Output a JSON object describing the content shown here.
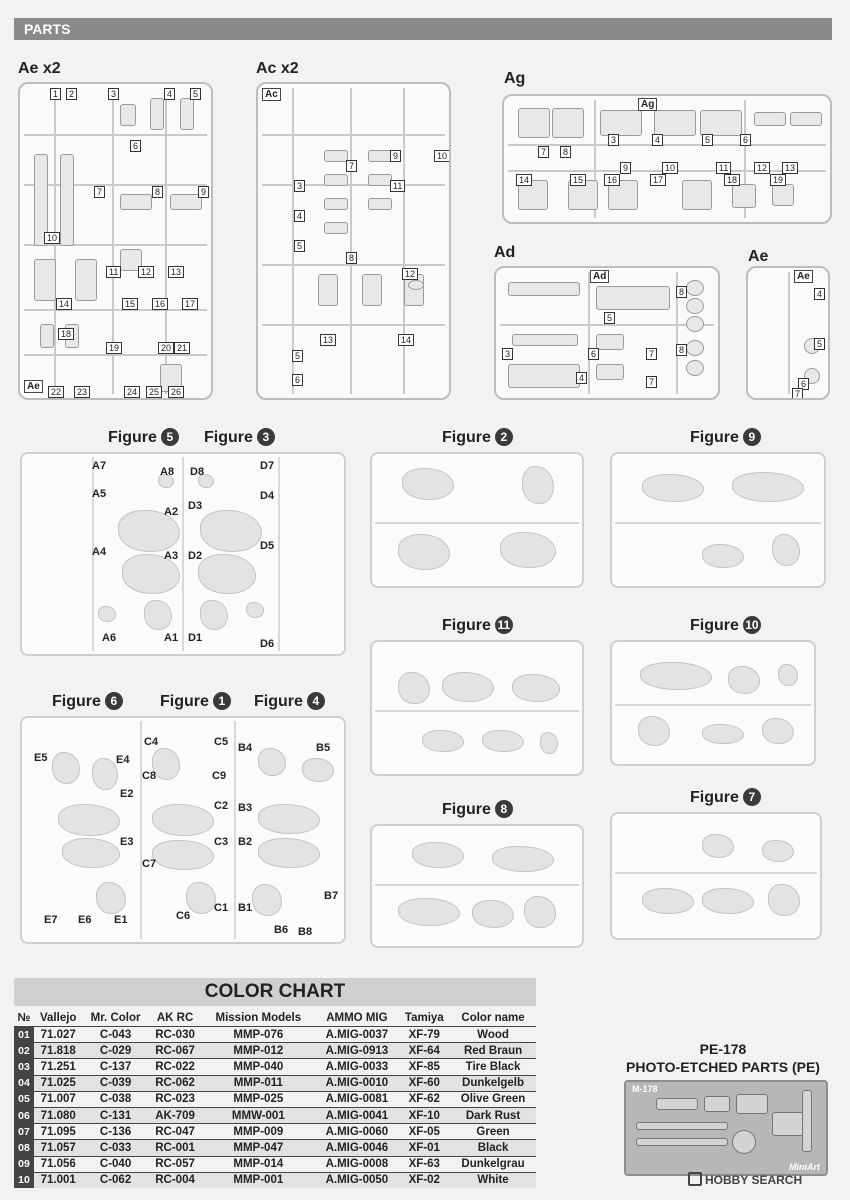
{
  "header": {
    "title": "PARTS"
  },
  "sprues": {
    "ae_left": {
      "label": "Ae x2",
      "corner": "Ae"
    },
    "ac": {
      "label": "Ac x2",
      "corner": "Ac"
    },
    "ag": {
      "label": "Ag",
      "corner": "Ag"
    },
    "ad": {
      "label": "Ad",
      "corner": "Ad"
    },
    "ae_right": {
      "label": "Ae",
      "corner": "Ae"
    }
  },
  "figures": {
    "f5": {
      "label": "Figure",
      "num": "5"
    },
    "f3": {
      "label": "Figure",
      "num": "3"
    },
    "f2": {
      "label": "Figure",
      "num": "2"
    },
    "f9": {
      "label": "Figure",
      "num": "9"
    },
    "f11": {
      "label": "Figure",
      "num": "11"
    },
    "f10": {
      "label": "Figure",
      "num": "10"
    },
    "f6": {
      "label": "Figure",
      "num": "6"
    },
    "f1": {
      "label": "Figure",
      "num": "1"
    },
    "f4": {
      "label": "Figure",
      "num": "4"
    },
    "f8": {
      "label": "Figure",
      "num": "8"
    },
    "f7": {
      "label": "Figure",
      "num": "7"
    }
  },
  "part_labels": {
    "a7": "A7",
    "a8": "A8",
    "a5": "A5",
    "a2": "A2",
    "a4": "A4",
    "a3": "A3",
    "a6": "A6",
    "a1": "A1",
    "d8": "D8",
    "d7": "D7",
    "d3": "D3",
    "d4": "D4",
    "d2": "D2",
    "d5": "D5",
    "d1": "D1",
    "d6": "D6",
    "e5": "E5",
    "e4": "E4",
    "e2": "E2",
    "e3": "E3",
    "e7": "E7",
    "e6": "E6",
    "e1": "E1",
    "c4": "C4",
    "c5": "C5",
    "c8": "C8",
    "c9": "C9",
    "c2": "C2",
    "c3": "C3",
    "c7": "C7",
    "c6": "C6",
    "c1": "C1",
    "b4": "B4",
    "b5": "B5",
    "b3": "B3",
    "b2": "B2",
    "b7": "B7",
    "b1": "B1",
    "b6": "B6",
    "b8": "B8"
  },
  "color_chart": {
    "title": "COLOR CHART",
    "headers": [
      "№",
      "Vallejo",
      "Mr. Color",
      "AK RC",
      "Mission Models",
      "AMMO MIG",
      "Tamiya",
      "Color name"
    ],
    "rows": [
      [
        "01",
        "71.027",
        "C-043",
        "RC-030",
        "MMP-076",
        "A.MIG-0037",
        "XF-79",
        "Wood"
      ],
      [
        "02",
        "71.818",
        "C-029",
        "RC-067",
        "MMP-012",
        "A.MIG-0913",
        "XF-64",
        "Red Braun"
      ],
      [
        "03",
        "71.251",
        "C-137",
        "RC-022",
        "MMP-040",
        "A.MIG-0033",
        "XF-85",
        "Tire Black"
      ],
      [
        "04",
        "71.025",
        "C-039",
        "RC-062",
        "MMP-011",
        "A.MIG-0010",
        "XF-60",
        "Dunkelgelb"
      ],
      [
        "05",
        "71.007",
        "C-038",
        "RC-023",
        "MMP-025",
        "A.MIG-0081",
        "XF-62",
        "Olive Green"
      ],
      [
        "06",
        "71.080",
        "C-131",
        "AK-709",
        "MMW-001",
        "A.MIG-0041",
        "XF-10",
        "Dark Rust"
      ],
      [
        "07",
        "71.095",
        "C-136",
        "RC-047",
        "MMP-009",
        "A.MIG-0060",
        "XF-05",
        "Green"
      ],
      [
        "08",
        "71.057",
        "C-033",
        "RC-001",
        "MMP-047",
        "A.MIG-0046",
        "XF-01",
        "Black"
      ],
      [
        "09",
        "71.056",
        "C-040",
        "RC-057",
        "MMP-014",
        "A.MIG-0008",
        "XF-63",
        "Dunkelgrau"
      ],
      [
        "10",
        "71.001",
        "C-062",
        "RC-004",
        "MMP-001",
        "A.MIG-0050",
        "XF-02",
        "White"
      ]
    ]
  },
  "pe": {
    "code": "PE-178",
    "title": "PHOTO-ETCHED PARTS (PE)",
    "fret_code": "M-178",
    "fret_brand": "MiniArt"
  },
  "watermark": {
    "text": "HOBBY SEARCH"
  }
}
